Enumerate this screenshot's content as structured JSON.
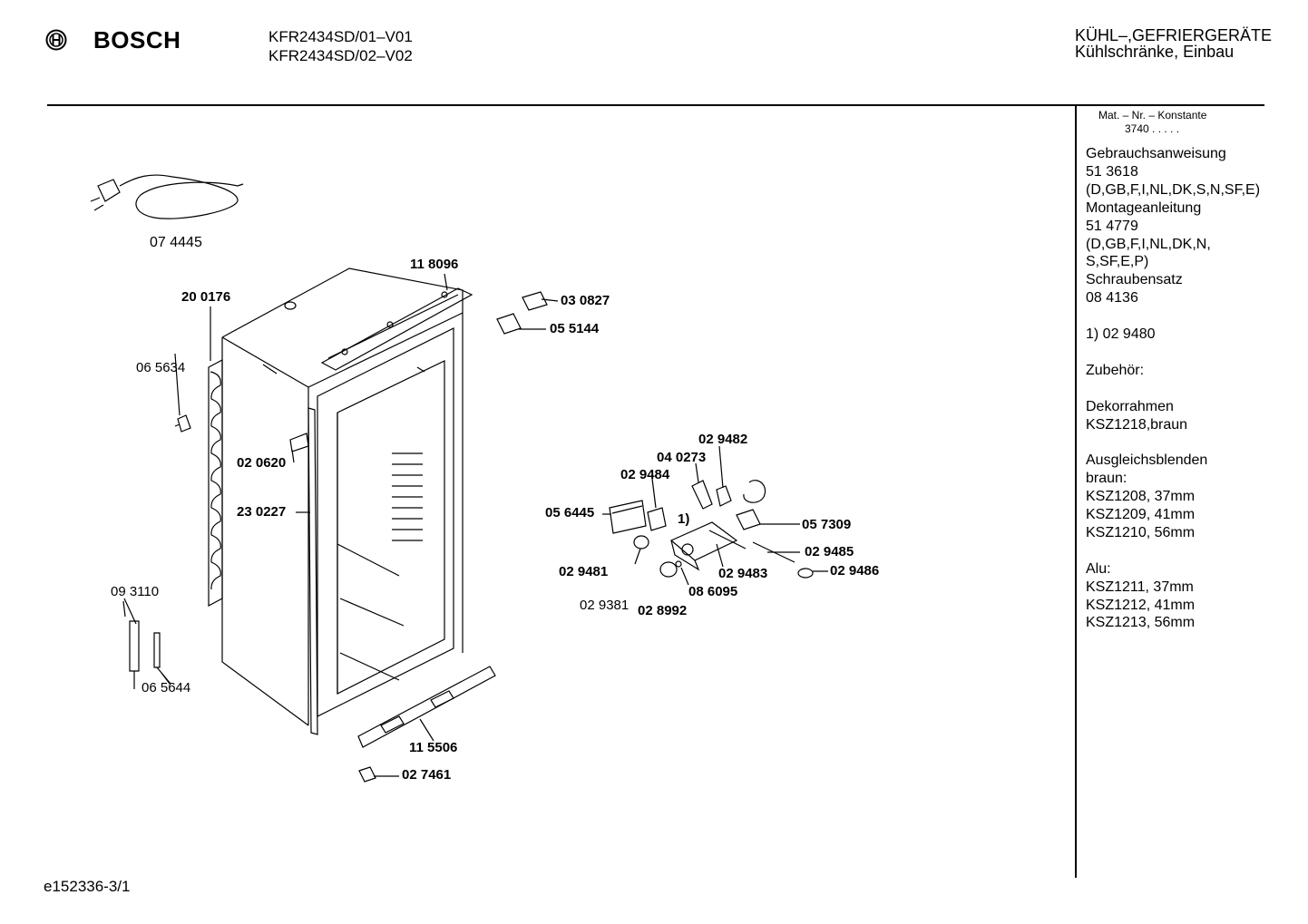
{
  "header": {
    "brand": "BOSCH",
    "models": [
      "KFR2434SD/01–V01",
      "KFR2434SD/02–V02"
    ],
    "category": [
      "KÜHL–,GEFRIERGERÄTE",
      "Kühlschränke, Einbau"
    ]
  },
  "sidebar": {
    "mat_nr_label": "Mat. – Nr. – Konstante",
    "mat_nr_value": "3740 .  .  .  .  .",
    "lines": [
      "Gebrauchsanweisung",
      "51 3618",
      "(D,GB,F,I,NL,DK,S,N,SF,E)",
      "Montageanleitung",
      "51 4779",
      "(D,GB,F,I,NL,DK,N,",
      "S,SF,E,P)",
      "Schraubensatz",
      "08 4136",
      "",
      "1)  02 9480",
      "",
      "Zubehör:",
      "",
      "Dekorrahmen",
      "KSZ1218,braun",
      "",
      "Ausgleichsblenden",
      "braun:",
      "KSZ1208, 37mm",
      "KSZ1209, 41mm",
      "KSZ1210, 56mm",
      "",
      "Alu:",
      "KSZ1211, 37mm",
      "KSZ1212, 41mm",
      "KSZ1213, 56mm"
    ]
  },
  "parts": {
    "p074445": "07 4445",
    "p118096": "11 8096",
    "p200176": "20 0176",
    "p030827": "03 0827",
    "p055144": "05 5144",
    "p065634": "06 5634",
    "p020620": "02 0620",
    "p230227": "23 0227",
    "p093110": "09 3110",
    "p065644": "06 5644",
    "p115506": "11 5506",
    "p027461": "02 7461",
    "p029482": "02 9482",
    "p040273": "04 0273",
    "p029484": "02 9484",
    "p056445": "05 6445",
    "note1": "1)",
    "p057309": "05 7309",
    "p029485": "02 9485",
    "p029481": "02 9481",
    "p029483": "02 9483",
    "p029486": "02 9486",
    "p086095": "08 6095",
    "p029381": "02 9381",
    "p028992": "02 8992"
  },
  "footer": {
    "doc_id": "e152336-3/1"
  }
}
